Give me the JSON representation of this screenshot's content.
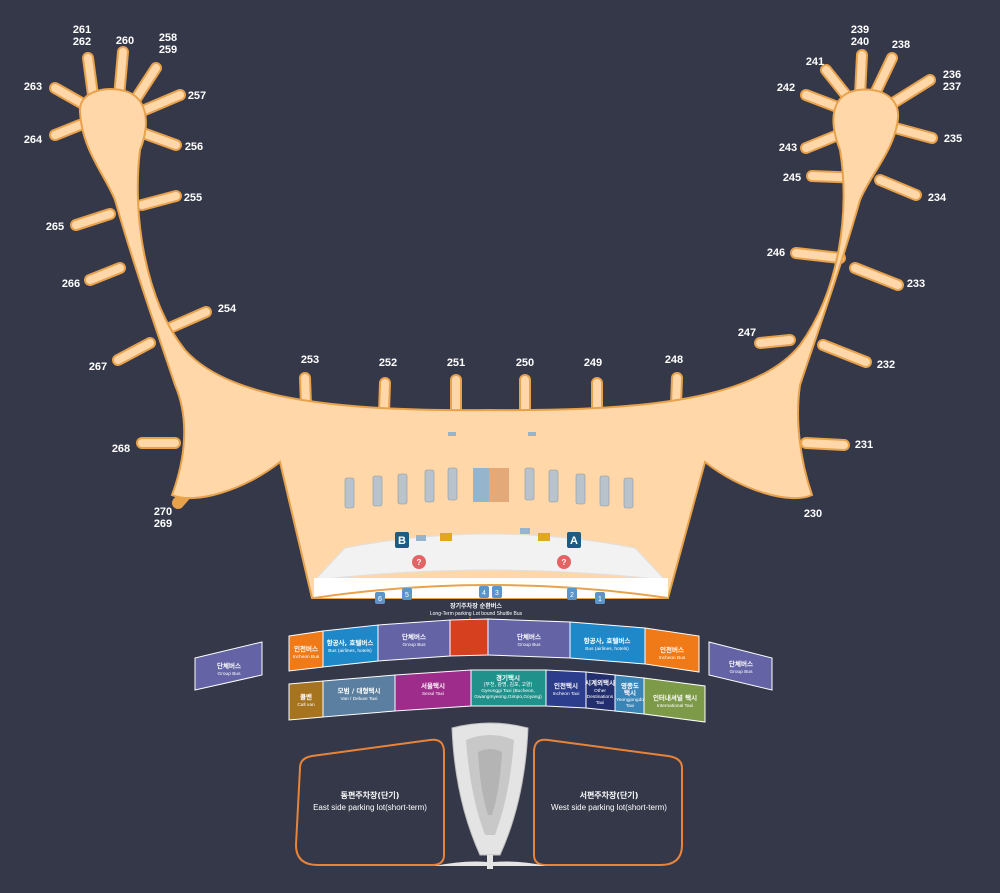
{
  "colors": {
    "background": "#353849",
    "terminal": "#FFD7A8",
    "terminal_outline": "#E8A24C",
    "bus_stop_orange": "#F07918",
    "airline_bus_blue": "#1E88C8",
    "group_bus_purple": "#6363A5",
    "shuttle_red": "#D6401F",
    "call_van_brown": "#A6731E",
    "van_taxi_slate": "#5A7FA0",
    "seoul_taxi_magenta": "#9E2C8B",
    "gyeonggi_taxi_teal": "#21918C",
    "incheon_taxi_navy": "#2C3D8E",
    "other_taxi_navy": "#232E6E",
    "yeongjong_taxi_blue": "#3A85B7",
    "intl_taxi_olive": "#7D9A48",
    "parking_outline": "#E8843A"
  },
  "gates": {
    "left": [
      {
        "id": "g261",
        "label": "261\n262"
      },
      {
        "id": "g260",
        "label": "260"
      },
      {
        "id": "g258",
        "label": "258\n259"
      },
      {
        "id": "g257",
        "label": "257"
      },
      {
        "id": "g263",
        "label": "263"
      },
      {
        "id": "g264",
        "label": "264"
      },
      {
        "id": "g256",
        "label": "256"
      },
      {
        "id": "g255",
        "label": "255"
      },
      {
        "id": "g265",
        "label": "265"
      },
      {
        "id": "g266",
        "label": "266"
      },
      {
        "id": "g254",
        "label": "254"
      },
      {
        "id": "g267",
        "label": "267"
      },
      {
        "id": "g268",
        "label": "268"
      },
      {
        "id": "g270",
        "label": "270\n269"
      }
    ],
    "center": [
      {
        "id": "g253",
        "label": "253"
      },
      {
        "id": "g252",
        "label": "252"
      },
      {
        "id": "g251",
        "label": "251"
      },
      {
        "id": "g250",
        "label": "250"
      },
      {
        "id": "g249",
        "label": "249"
      },
      {
        "id": "g248",
        "label": "248"
      }
    ],
    "right": [
      {
        "id": "g239",
        "label": "239\n240"
      },
      {
        "id": "g238",
        "label": "238"
      },
      {
        "id": "g241",
        "label": "241"
      },
      {
        "id": "g236",
        "label": "236\n237"
      },
      {
        "id": "g242",
        "label": "242"
      },
      {
        "id": "g235",
        "label": "235"
      },
      {
        "id": "g243",
        "label": "243"
      },
      {
        "id": "g245",
        "label": "245"
      },
      {
        "id": "g234",
        "label": "234"
      },
      {
        "id": "g246",
        "label": "246"
      },
      {
        "id": "g233",
        "label": "233"
      },
      {
        "id": "g247",
        "label": "247"
      },
      {
        "id": "g232",
        "label": "232"
      },
      {
        "id": "g231",
        "label": "231"
      },
      {
        "id": "g230",
        "label": "230"
      }
    ]
  },
  "terminal": {
    "side_b": "B",
    "side_a": "A",
    "exits": [
      "6",
      "5",
      "4",
      "3",
      "2",
      "1"
    ]
  },
  "shuttle": {
    "ko": "장기주차장 순환버스",
    "en": "Long-Term parking Lot bound Shuttle Bus"
  },
  "bus_row": [
    {
      "id": "incheon-bus-left",
      "ko": "인천버스",
      "en": "Incheon Bus"
    },
    {
      "id": "airline-bus-left",
      "ko": "항공사, 호텔버스",
      "en": "Bus (airlines, hotels)"
    },
    {
      "id": "group-bus-left",
      "ko": "단체버스",
      "en": "Group Bus"
    },
    {
      "id": "shuttle-stop",
      "ko": "",
      "en": ""
    },
    {
      "id": "group-bus-center",
      "ko": "단체버스",
      "en": "Group Bus"
    },
    {
      "id": "airline-bus-right",
      "ko": "항공사, 호텔버스",
      "en": "Bus (airlines, hotels)"
    },
    {
      "id": "incheon-bus-right",
      "ko": "인천버스",
      "en": "Incheon Bus"
    }
  ],
  "side_group_bus": {
    "left": {
      "ko": "단체버스",
      "en": "Group Bus"
    },
    "right": {
      "ko": "단체버스",
      "en": "Group Bus"
    }
  },
  "taxi_row": [
    {
      "id": "call-van",
      "ko": "콜밴",
      "en": "Call van"
    },
    {
      "id": "van-taxi",
      "ko": "모범 / 대형택시",
      "en": "Van / Deluxe Taxi"
    },
    {
      "id": "seoul-taxi",
      "ko": "서울택시",
      "en": "Seoul Taxi"
    },
    {
      "id": "gyeonggi-taxi",
      "ko": "경기택시",
      "sub": "(부천, 광명, 김포, 고양)",
      "en": "Gyeonggi Taxi (Bucheon,",
      "en2": "Gwangmyeong,Gimpo,Goyang)"
    },
    {
      "id": "incheon-taxi",
      "ko": "인천택시",
      "en": "Incheon Taxi"
    },
    {
      "id": "other-taxi",
      "ko": "시계외택시",
      "en": "Other",
      "en2": "Destinations",
      "en3": "Taxi"
    },
    {
      "id": "yeongjong-taxi",
      "ko": "영종도",
      "ko2": "택시",
      "en": "Yeongjongdo",
      "en2": "Taxi"
    },
    {
      "id": "intl-taxi",
      "ko": "인터내셔널 택시",
      "en": "International Taxi"
    }
  ],
  "parking": {
    "east": {
      "ko": "동편주차장(단기)",
      "en": "East side parking lot(short-term)"
    },
    "west": {
      "ko": "서편주차장(단기)",
      "en": "West side parking lot(short-term)"
    }
  }
}
